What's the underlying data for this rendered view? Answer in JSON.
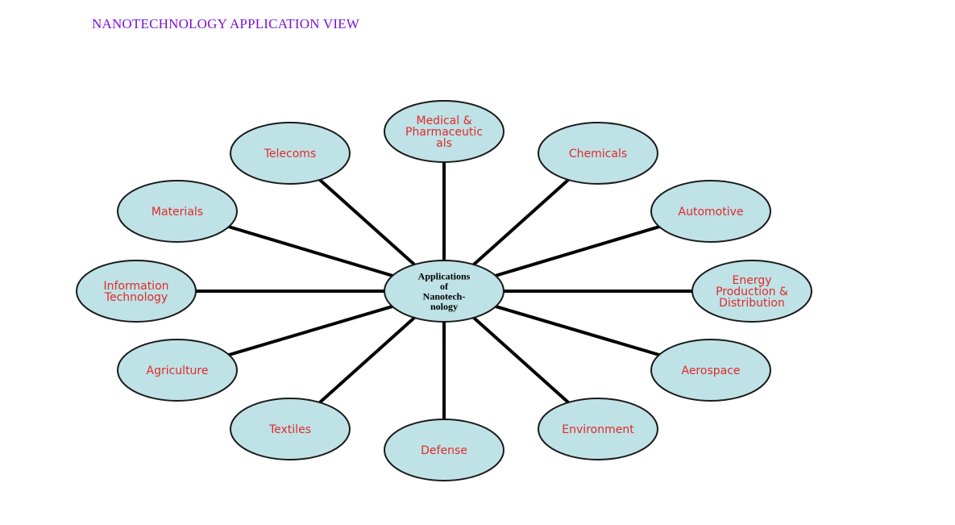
{
  "title": "NANOTECHNOLOGY APPLICATION VIEW",
  "colors": {
    "title": "#7a12d6",
    "node_fill": "#bfe2e6",
    "node_text": "#e02a2a",
    "center_text": "#000000",
    "spoke": "#000000"
  },
  "center": {
    "lines": [
      "Applications",
      "of",
      "Nanotech-",
      "nology"
    ]
  },
  "nodes": [
    {
      "id": "medical",
      "lines": [
        "Medical &",
        "Pharmaceutic",
        "als"
      ]
    },
    {
      "id": "chemicals",
      "lines": [
        "Chemicals"
      ]
    },
    {
      "id": "automotive",
      "lines": [
        "Automotive"
      ]
    },
    {
      "id": "energy",
      "lines": [
        "Energy",
        "Production &",
        "Distribution"
      ]
    },
    {
      "id": "aerospace",
      "lines": [
        "Aerospace"
      ]
    },
    {
      "id": "environment",
      "lines": [
        "Environment"
      ]
    },
    {
      "id": "defense",
      "lines": [
        "Defense"
      ]
    },
    {
      "id": "textiles",
      "lines": [
        "Textiles"
      ]
    },
    {
      "id": "agriculture",
      "lines": [
        "Agriculture"
      ]
    },
    {
      "id": "information-technology",
      "lines": [
        "Information",
        "Technology"
      ]
    },
    {
      "id": "materials",
      "lines": [
        "Materials"
      ]
    },
    {
      "id": "telecoms",
      "lines": [
        "Telecoms"
      ]
    }
  ]
}
